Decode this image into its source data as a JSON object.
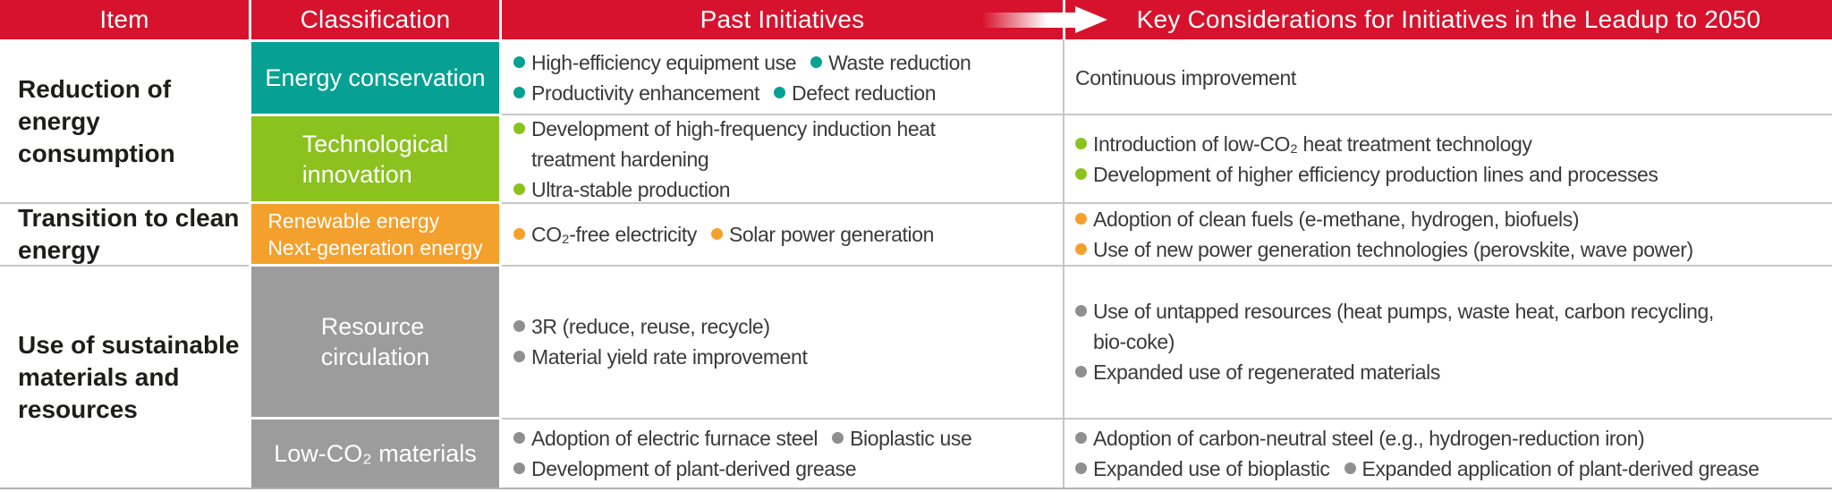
{
  "header": {
    "columns": [
      "Item",
      "Classification",
      "Past Initiatives",
      "Key Considerations for Initiatives in the Leadup to 2050"
    ],
    "arrow_icon": "right-arrow"
  },
  "colors": {
    "header_bg": "#d7122d",
    "header_text": "#ffffff",
    "teal": "#07a193",
    "green": "#8bc21e",
    "orange": "#f4a02c",
    "gray": "#9c9c9c",
    "gray_bullet": "#8f8f8f",
    "body_text": "#3a3a3a",
    "item_text": "#1d1d1b",
    "divider": "#c7c7c7",
    "bottom_border": "#b2b2b2"
  },
  "groups": [
    {
      "lines": [
        "Reduction of energy",
        "consumption"
      ]
    },
    {
      "lines": [
        "Transition to clean",
        "energy"
      ]
    },
    {
      "lines": [
        "Use of sustainable",
        "materials and",
        "resources"
      ]
    }
  ],
  "rows": [
    {
      "classification": [
        "Energy conservation"
      ],
      "color": "#07a193",
      "bullet": "#07a193",
      "past": [
        [
          {
            "t": "High-efficiency equipment use"
          },
          {
            "t": "Waste reduction"
          }
        ],
        [
          {
            "t": "Productivity enhancement"
          },
          {
            "t": "Defect reduction"
          }
        ]
      ],
      "key": [
        [
          {
            "t": "Continuous improvement",
            "c": "plain"
          }
        ]
      ]
    },
    {
      "classification": [
        "Technological",
        "innovation"
      ],
      "color": "#8bc21e",
      "bullet": "#8bc21e",
      "past": [
        [
          {
            "t": "Development of high-frequency induction heat"
          }
        ],
        [
          {
            "t": "treatment hardening",
            "c": "cont"
          }
        ],
        [
          {
            "t": "Ultra-stable production"
          }
        ]
      ],
      "key": [
        [
          {
            "t": "Introduction of low-CO₂ heat treatment technology"
          }
        ],
        [
          {
            "t": "Development of higher efficiency production lines and processes"
          }
        ]
      ]
    },
    {
      "classification": [
        "Renewable energy",
        "Next-generation energy"
      ],
      "small": true,
      "color": "#f4a02c",
      "bullet": "#f4a02c",
      "past": [
        [
          {
            "t": "CO₂-free electricity"
          },
          {
            "t": "Solar power generation"
          }
        ]
      ],
      "key": [
        [
          {
            "t": "Adoption of clean fuels (e-methane, hydrogen, biofuels)"
          }
        ],
        [
          {
            "t": "Use of new power generation technologies (perovskite, wave power)"
          }
        ]
      ]
    },
    {
      "classification": [
        "Resource",
        "circulation"
      ],
      "color": "#9c9c9c",
      "bullet": "#8f8f8f",
      "past": [
        [
          {
            "t": "3R (reduce, reuse, recycle)"
          }
        ],
        [
          {
            "t": "Material yield rate improvement"
          }
        ]
      ],
      "key": [
        [
          {
            "t": "Use of untapped resources (heat pumps, waste heat, carbon recycling,"
          }
        ],
        [
          {
            "t": "bio-coke)",
            "c": "cont"
          }
        ],
        [
          {
            "t": "Expanded use of regenerated materials"
          }
        ]
      ]
    },
    {
      "classification": [
        "Low-CO₂ materials"
      ],
      "color": "#9c9c9c",
      "bullet": "#8f8f8f",
      "past": [
        [
          {
            "t": "Adoption of electric furnace steel"
          },
          {
            "t": "Bioplastic use"
          }
        ],
        [
          {
            "t": "Development of plant-derived grease"
          }
        ]
      ],
      "key": [
        [
          {
            "t": "Adoption of carbon-neutral steel (e.g., hydrogen-reduction iron)"
          }
        ],
        [
          {
            "t": "Expanded use of bioplastic"
          },
          {
            "t": "Expanded application of plant-derived grease"
          }
        ]
      ]
    }
  ]
}
